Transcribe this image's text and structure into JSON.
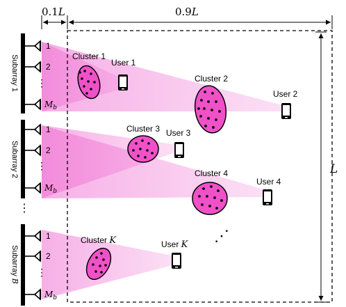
{
  "dimensions": {
    "top_left": "0.1",
    "top_right": "0.9",
    "symbol": "L",
    "side": "L"
  },
  "subarrays": [
    {
      "label": "Subarray 1",
      "label_sub": ""
    },
    {
      "label": "Subarray 2",
      "label_sub": ""
    },
    {
      "label": "Subarray ",
      "label_sub": "B"
    }
  ],
  "antenna_labels": {
    "first": "1",
    "second": "2",
    "vdots": "⋮",
    "last_main": "M",
    "last_sub": "b"
  },
  "between_subarrays_ellipsis": "⋮",
  "clusters": [
    {
      "label": "Cluster 1",
      "label_italic": ""
    },
    {
      "label": "Cluster 2",
      "label_italic": ""
    },
    {
      "label": "Cluster 3",
      "label_italic": ""
    },
    {
      "label": "Cluster 4",
      "label_italic": ""
    },
    {
      "label": "Cluster ",
      "label_italic": "K"
    }
  ],
  "users": [
    {
      "label": "User 1",
      "label_italic": ""
    },
    {
      "label": "User 2",
      "label_italic": ""
    },
    {
      "label": "User 3",
      "label_italic": ""
    },
    {
      "label": "User 4",
      "label_italic": ""
    },
    {
      "label": "User ",
      "label_italic": "K"
    }
  ],
  "more_clusters_ellipsis": "⋰",
  "colors": {
    "beam": "#f06ed2",
    "cluster_fill": "#f051c8",
    "array_bar": "#000000",
    "dashed_border": "#000000"
  }
}
